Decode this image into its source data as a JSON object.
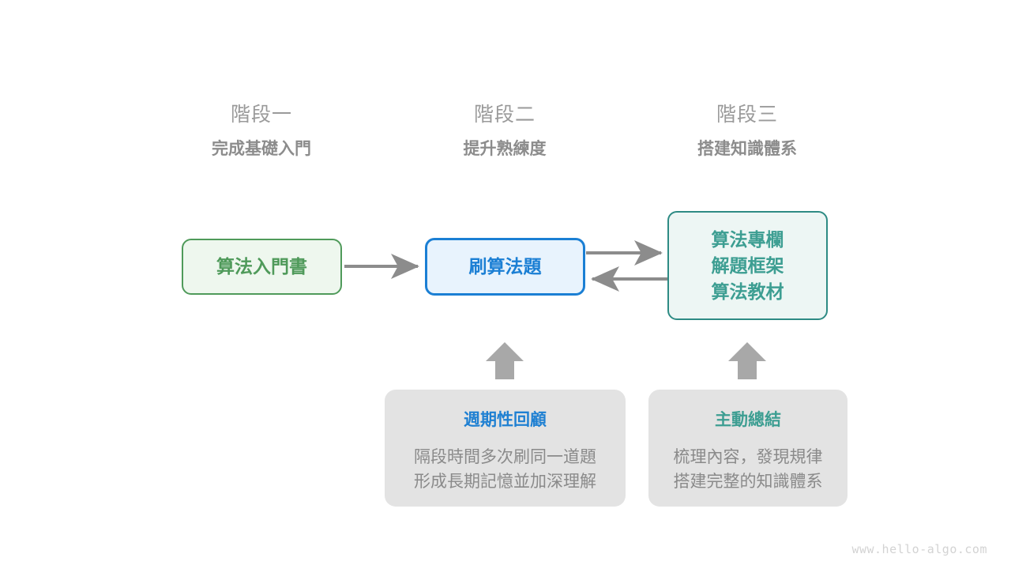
{
  "watermark": "www.hello-algo.com",
  "colors": {
    "green": "#4f9a5a",
    "green_fill": "#eef7ee",
    "blue": "#1b7fd4",
    "blue_fill": "#e8f3fd",
    "teal": "#2e8b84",
    "teal_text": "#3d9e92",
    "teal_fill": "#edf6f4",
    "gray_card": "#e3e3e3",
    "gray_text": "#8a8a8a",
    "arrow": "#8c8c8c"
  },
  "stages": [
    {
      "number": "階段一",
      "title": "完成基礎入門"
    },
    {
      "number": "階段二",
      "title": "提升熟練度"
    },
    {
      "number": "階段三",
      "title": "搭建知識體系"
    }
  ],
  "boxes": {
    "entry": {
      "lines": [
        "算法入門書"
      ]
    },
    "practice": {
      "lines": [
        "刷算法題"
      ]
    },
    "system": {
      "lines": [
        "算法專欄",
        "解題框架",
        "算法教材"
      ]
    }
  },
  "notes": [
    {
      "title": "週期性回顧",
      "lines": [
        "隔段時間多次刷同一道題",
        "形成長期記憶並加深理解"
      ]
    },
    {
      "title": "主動總結",
      "lines": [
        "梳理內容，發現規律",
        "搭建完整的知識體系"
      ]
    }
  ]
}
